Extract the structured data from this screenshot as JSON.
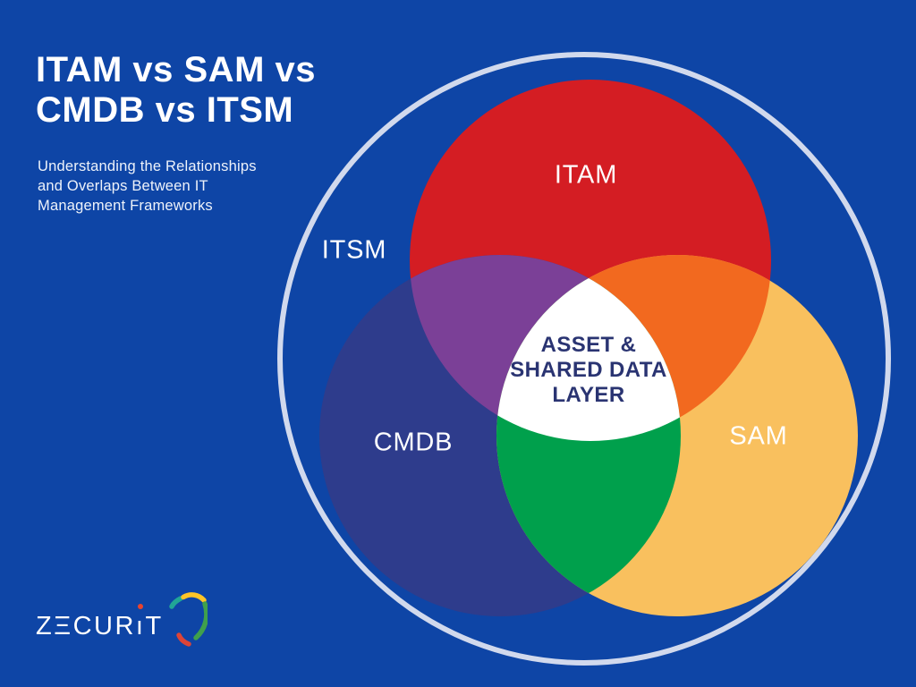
{
  "title": {
    "line1": "ITAM vs SAM vs",
    "line2": "CMDB vs ITSM"
  },
  "subtitle": {
    "lines": [
      "Understanding the Relationships",
      "and Overlaps Between IT",
      "Management Frameworks"
    ]
  },
  "diagram": {
    "type": "venn",
    "outer_ring_label": "ITSM",
    "ring_color": "#DCE2F0",
    "circles": [
      {
        "id": "itam",
        "label": "ITAM",
        "color": "#D41D23"
      },
      {
        "id": "cmdb",
        "label": "CMDB",
        "color": "#2E3C8C"
      },
      {
        "id": "sam",
        "label": "SAM",
        "color": "#F9C05E"
      }
    ],
    "overlaps": {
      "itam_cmdb": "#7B4097",
      "itam_sam": "#F2691F",
      "cmdb_sam": "#00A04C",
      "center": "#FFFFFF"
    },
    "center_label": {
      "line1": "ASSET &",
      "line2": "SHARED DATA",
      "line3": "LAYER"
    }
  },
  "colors": {
    "background": "#0E45A6",
    "center_text": "#2A3472",
    "label_text": "#FFFFFF"
  },
  "logo": {
    "brand": "ZECURIT",
    "display": {
      "pre": "Z",
      "e_char": "Ξ",
      "mid": "CUR",
      "i_char": "ı",
      "post": "T"
    },
    "i_dot_color": "#E8432E",
    "icon": "shield-swoosh-icon",
    "icon_colors": {
      "teal": "#21A696",
      "yellow": "#FFC527",
      "green": "#3FA04C",
      "red": "#DC4437"
    }
  }
}
